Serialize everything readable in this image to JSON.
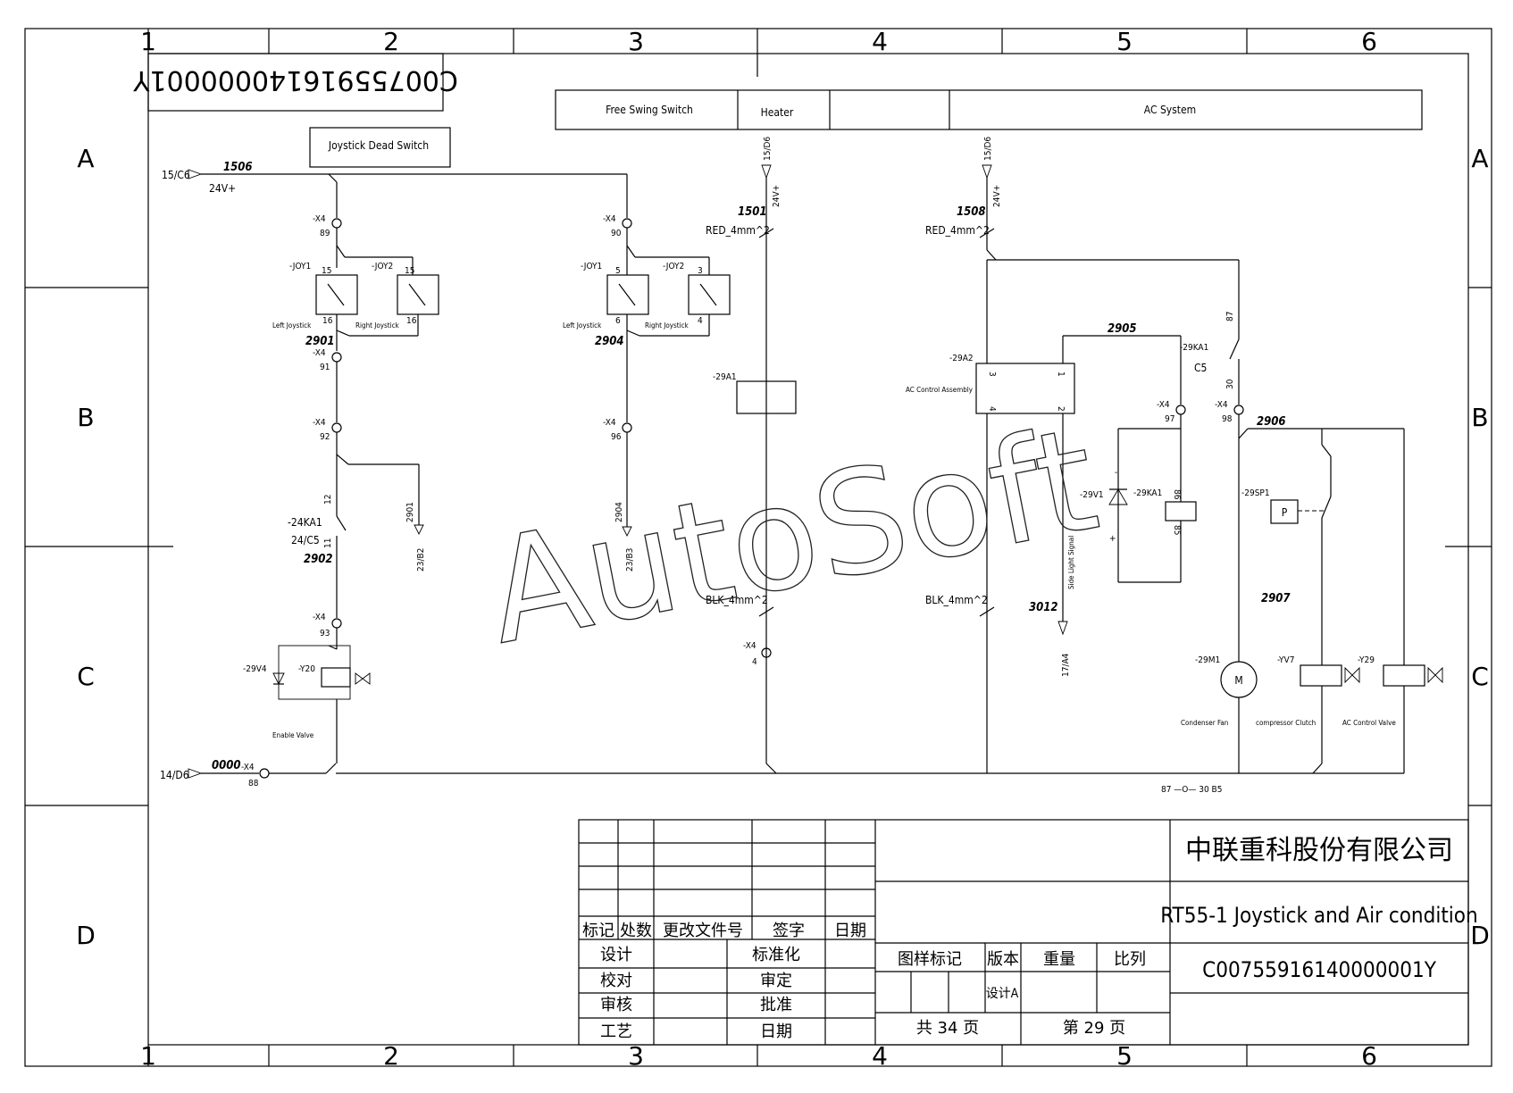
{
  "grid": {
    "cols": [
      "1",
      "2",
      "3",
      "4",
      "5",
      "6"
    ],
    "rows": [
      "A",
      "B",
      "C",
      "D"
    ]
  },
  "drawing_number_mirrored": "C00755916140000001Y",
  "watermark": "AutoSoft",
  "header_boxes": {
    "free_swing": "Free Swing Switch",
    "heater": "Heater",
    "blank": "",
    "ac_system": "AC System",
    "joystick_dead": "Joystick Dead Switch"
  },
  "signals": {
    "in_15c6": "15/C6",
    "wire_1506": "1506",
    "v24_main": "24V+",
    "in_14d6": "14/D6",
    "wire_0000": "0000",
    "x4_88": "-X4",
    "n88": "88",
    "ref_15d6_a": "15/D6",
    "ref_15d6_b": "15/D6",
    "v24_a": "24V+",
    "v24_b": "24V+",
    "wire_1501": "1501",
    "wire_1508": "1508",
    "red_a": "RED_4mm^2",
    "red_b": "RED_4mm^2",
    "blk_a": "BLK_4mm^2",
    "blk_b": "BLK_4mm^2",
    "x4_4": "-X4",
    "n4": "4"
  },
  "left_branch": {
    "x4_89": "-X4",
    "n89": "89",
    "joy1": "-JOY1",
    "joy2": "-JOY2",
    "p15a": "15",
    "p16a": "16",
    "p15b": "15",
    "p16b": "16",
    "left_js": "Left Joystick",
    "right_js": "Right Joystick",
    "w2901": "2901",
    "x4_91": "-X4",
    "n91": "91",
    "x4_92": "-X4",
    "n92": "92",
    "ref_2901": "2901",
    "ref_23b2": "23/B2",
    "ka1": "-24KA1",
    "ka1_ref": "24/C5",
    "p12": "12",
    "p11": "11",
    "w2902": "2902",
    "x4_93": "-X4",
    "n93": "93",
    "v4": "-29V4",
    "y20": "-Y20",
    "enable_valve": "Enable Valve"
  },
  "mid_branch": {
    "x4_90": "-X4",
    "n90": "90",
    "joy1": "-JOY1",
    "joy2": "-JOY2",
    "p5": "5",
    "p6": "6",
    "p3": "3",
    "p4": "4",
    "left_js": "Left Joystick",
    "right_js": "Right Joystick",
    "w2904": "2904",
    "x4_96": "-X4",
    "n96": "96",
    "ref_2904": "2904",
    "ref_23b3": "23/B3"
  },
  "heater": {
    "a1": "-29A1"
  },
  "ac": {
    "a2": "-29A2",
    "a2_desc": "AC Control Assembly",
    "p3": "3",
    "p1": "1",
    "p4": "4",
    "p2": "2",
    "w2905": "2905",
    "ka1": "-29KA1",
    "c5": "C5",
    "p87": "87",
    "p30": "30",
    "x4_97": "-X4",
    "n97": "97",
    "x4_98": "-X4",
    "n98": "98",
    "w2906": "2906",
    "v1": "-29V1",
    "minus": "-",
    "plus": "+",
    "ka1_coil": "-29KA1",
    "p86": "86",
    "p85": "85",
    "sp1": "-29SP1",
    "p_sym": "P",
    "side_light": "Side Light Signal",
    "w3012": "3012",
    "ref_17a4": "17/A4",
    "w2907": "2907",
    "m1": "-29M1",
    "m_sym": "M",
    "yv7": "-YV7",
    "y29": "-Y29",
    "condenser": "Condenser Fan",
    "compressor": "compressor Clutch",
    "ac_valve": "AC Control Valve",
    "contact_note": "87 —O— 30 B5"
  },
  "title_block": {
    "rev_headers": [
      "标记",
      "处数",
      "更改文件号",
      "签字",
      "日期"
    ],
    "sign_left": [
      "设计",
      "校对",
      "审核",
      "工艺"
    ],
    "sign_mid": [
      "标准化",
      "审定",
      "批准",
      "日期"
    ],
    "mark_headers": [
      "图样标记",
      "版本",
      "重量",
      "比列"
    ],
    "version_value": "设计A",
    "total": "共 34 页",
    "page": "第 29 页",
    "company": "中联重科股份有限公司",
    "title": "RT55-1 Joystick and Air condition",
    "drawing_no": "C00755916140000001Y"
  }
}
